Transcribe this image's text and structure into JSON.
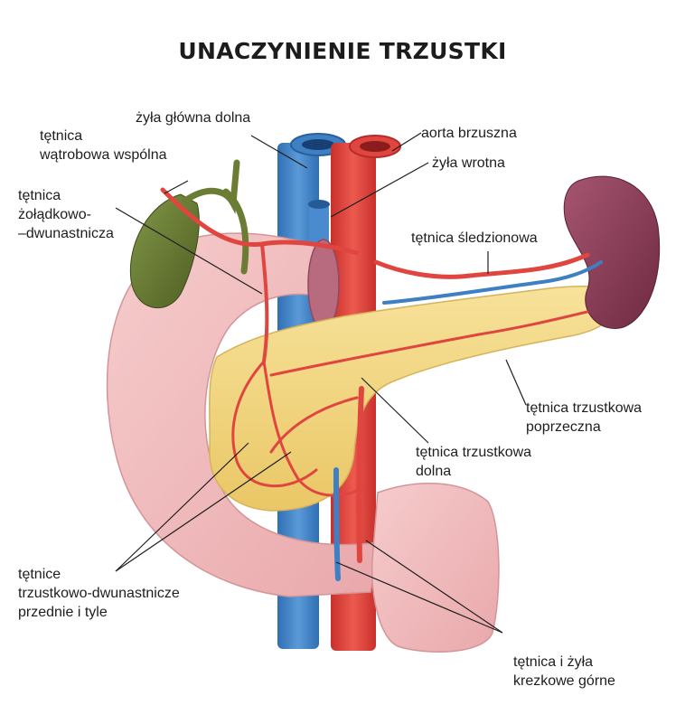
{
  "title": "UNACZYNIENIE TRZUSTKI",
  "labels": {
    "hepatic": [
      "tętnica",
      "wątrobowa wspólna"
    ],
    "ivc": [
      "żyła główna dolna"
    ],
    "aorta": [
      "aorta brzuszna"
    ],
    "portal": [
      "żyła wrotna"
    ],
    "gastroduodenal": [
      "tętnica",
      "żołądkowo-",
      "–dwunastnicza"
    ],
    "splenic": [
      "tętnica śledzionowa"
    ],
    "transverse": [
      "tętnica trzustkowa",
      "poprzeczna"
    ],
    "inferior": [
      "tętnica trzustkowa",
      "dolna"
    ],
    "pancreaticoduodenal": [
      "tętnice",
      "trzustkowo-dwunastnicze",
      "przednie i tyle"
    ],
    "mesenteric": [
      "tętnica i żyła",
      "krezkowe górne"
    ]
  },
  "colors": {
    "artery": "#e0453f",
    "vein": "#3f7fc4",
    "pancreas": "#f2d67a",
    "duodenum": "#efb8b8",
    "spleen": "#8c3c55",
    "gallbladder": "#6b7d34"
  }
}
